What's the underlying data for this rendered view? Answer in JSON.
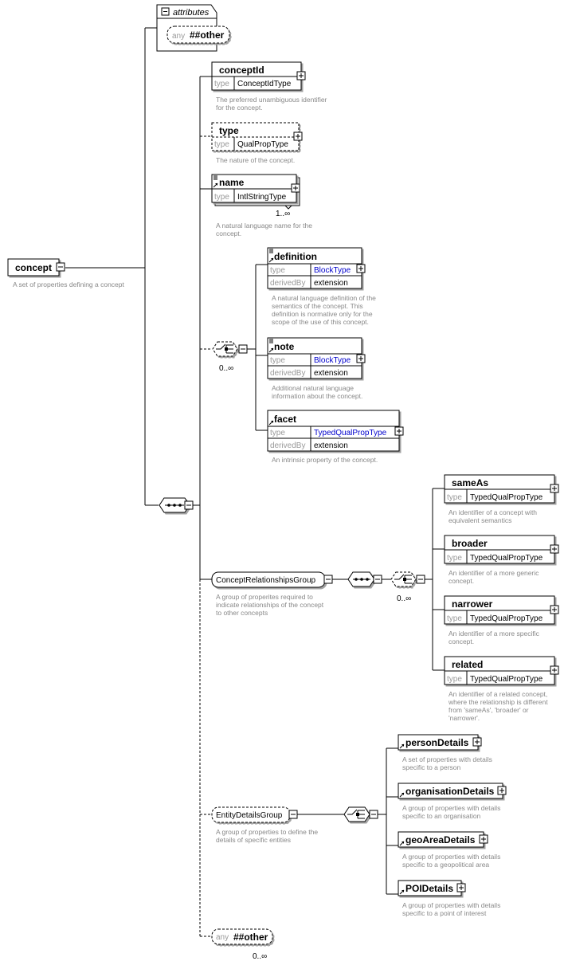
{
  "root": {
    "name": "concept",
    "doc": [
      "A set of properties defining a concept"
    ]
  },
  "attributes": {
    "title": "attributes",
    "any_label": "any",
    "any_value": "##other"
  },
  "elements": [
    {
      "name": "conceptId",
      "type_label": "type",
      "type": "ConceptIdType",
      "doc": [
        "The preferred unambiguous identifier",
        "for the concept."
      ]
    },
    {
      "name": "type",
      "type_label": "type",
      "type": "QualPropType",
      "doc": [
        "The nature of the concept."
      ]
    },
    {
      "name": "name",
      "type_label": "type",
      "type": "IntlStringType",
      "occurs": "1..∞",
      "doc": [
        "A natural language name for the",
        "concept."
      ]
    }
  ],
  "choice1": {
    "occurs": "0..∞",
    "items": [
      {
        "name": "definition",
        "type_label": "type",
        "type": "BlockType",
        "derived_label": "derivedBy",
        "derived": "extension",
        "doc": [
          "A natural language definition of the",
          "semantics of the concept. This",
          "definition is normative only for the",
          "scope of the use of this concept."
        ]
      },
      {
        "name": "note",
        "type_label": "type",
        "type": "BlockType",
        "derived_label": "derivedBy",
        "derived": "extension",
        "doc": [
          "Additional natural language",
          "information about the concept."
        ]
      },
      {
        "name": "facet",
        "type_label": "type",
        "type": "TypedQualPropType",
        "derived_label": "derivedBy",
        "derived": "extension",
        "doc": [
          "An intrinsic property of the concept."
        ]
      }
    ]
  },
  "crg": {
    "name": "ConceptRelationshipsGroup",
    "doc": [
      "A group of properites required to",
      "indicate relationships of the concept",
      "to other concepts"
    ],
    "occurs": "0..∞",
    "items": [
      {
        "name": "sameAs",
        "type_label": "type",
        "type": "TypedQualPropType",
        "doc": [
          "An identifier of a concept with",
          "equivalent semantics"
        ]
      },
      {
        "name": "broader",
        "type_label": "type",
        "type": "TypedQualPropType",
        "doc": [
          "An identifier of a more generic",
          "concept."
        ]
      },
      {
        "name": "narrower",
        "type_label": "type",
        "type": "TypedQualPropType",
        "doc": [
          "An identifier of a more specific",
          "concept."
        ]
      },
      {
        "name": "related",
        "type_label": "type",
        "type": "TypedQualPropType",
        "doc": [
          "An identifier of a related concept,",
          "where the relationship is different",
          "from 'sameAs', 'broader' or",
          "'narrower'."
        ]
      }
    ]
  },
  "edg": {
    "name": "EntityDetailsGroup",
    "doc": [
      "A group of properties to define the",
      "details of specific entities"
    ],
    "items": [
      {
        "name": "personDetails",
        "doc": [
          "A set of properties with details",
          "specific to a person"
        ]
      },
      {
        "name": "organisationDetails",
        "doc": [
          "A group of properties with details",
          "specific to an organisation"
        ]
      },
      {
        "name": "geoAreaDetails",
        "doc": [
          "A group of properties with details",
          "specific to a geopolitical area"
        ]
      },
      {
        "name": "POIDetails",
        "doc": [
          "A group of properties with details",
          "specific to a point of interest"
        ]
      }
    ]
  },
  "any_other": {
    "label": "any",
    "value": "##other",
    "occurs": "0..∞"
  },
  "colors": {
    "line": "#000000",
    "doc": "#888888",
    "type_link": "#0000cc",
    "label_grey": "#999999"
  }
}
